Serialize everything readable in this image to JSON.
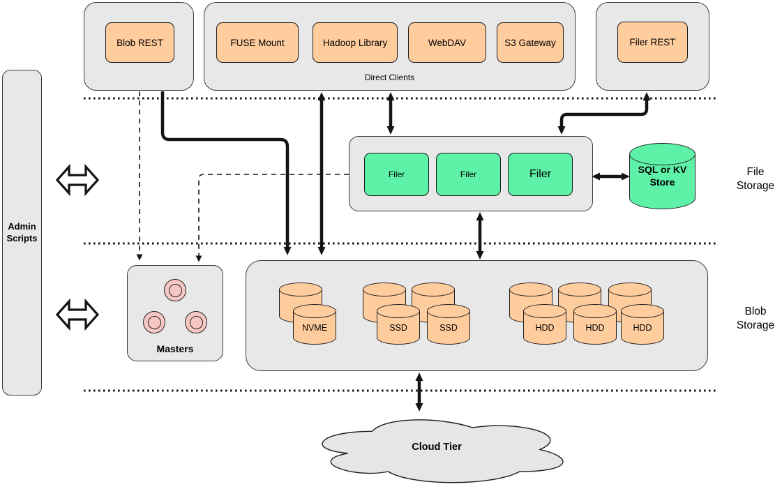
{
  "header_row": {
    "blob_rest": "Blob REST",
    "direct_clients": {
      "label": "Direct Clients",
      "clients": [
        "FUSE Mount",
        "Hadoop Library",
        "WebDAV",
        "S3 Gateway"
      ]
    },
    "filer_rest": "Filer REST"
  },
  "admin": {
    "label": "Admin Scripts"
  },
  "file_storage": {
    "section_label": "File Storage",
    "filers": [
      "Filer",
      "Filer",
      "Filer"
    ],
    "metadata_store": "SQL or KV Store"
  },
  "blob_storage": {
    "section_label": "Blob Storage",
    "masters_label": "Masters",
    "volumes": {
      "nvme": "NVME",
      "ssd": [
        "SSD",
        "SSD"
      ],
      "hdd": [
        "HDD",
        "HDD",
        "HDD"
      ]
    }
  },
  "cloud": {
    "label": "Cloud Tier"
  },
  "colors": {
    "container_gray": "#e8e8e8",
    "node_orange": "#ffcc9e",
    "node_green": "#5ef1a8",
    "masters_pink": "#f7c7c4",
    "cloud_gray": "#e6e6e6",
    "line_black": "#141414"
  }
}
